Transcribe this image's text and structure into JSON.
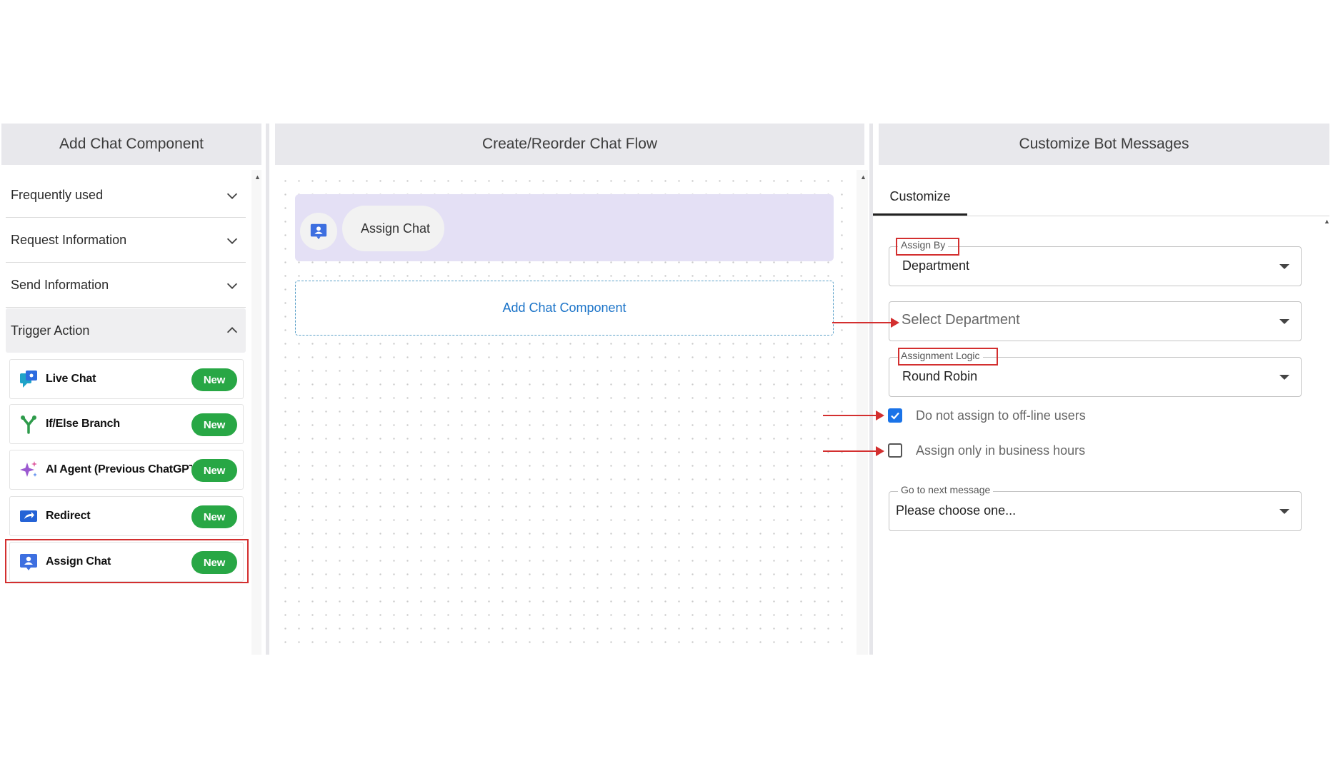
{
  "headers": {
    "left": "Add Chat Component",
    "middle": "Create/Reorder Chat Flow",
    "right": "Customize Bot Messages"
  },
  "sidebar": {
    "sections": [
      {
        "label": "Frequently used",
        "state": "collapsed"
      },
      {
        "label": "Request Information",
        "state": "collapsed"
      },
      {
        "label": "Send Information",
        "state": "collapsed"
      },
      {
        "label": "Trigger Action",
        "state": "expanded"
      }
    ],
    "components": [
      {
        "label": "Live Chat",
        "badge": "New",
        "icon": "live-chat-icon"
      },
      {
        "label": "If/Else Branch",
        "badge": "New",
        "icon": "branch-icon"
      },
      {
        "label": "AI Agent (Previous ChatGPT)",
        "badge": "New",
        "icon": "sparkle-icon"
      },
      {
        "label": "Redirect",
        "badge": "New",
        "icon": "redirect-icon"
      },
      {
        "label": "Assign Chat",
        "badge": "New",
        "icon": "assign-chat-icon"
      }
    ]
  },
  "flow": {
    "node_label": "Assign Chat",
    "add_component_label": "Add Chat Component"
  },
  "customize": {
    "tab_label": "Customize",
    "assign_by": {
      "legend": "Assign By",
      "value": "Department"
    },
    "department": {
      "placeholder": "Select Department"
    },
    "assignment_logic": {
      "legend": "Assignment Logic",
      "value": "Round Robin"
    },
    "checkbox_offline": {
      "label": "Do not assign to off-line users",
      "checked": true
    },
    "checkbox_business_hours": {
      "label": "Assign only in business hours",
      "checked": false
    },
    "next_message": {
      "legend": "Go to next message",
      "value": "Please choose one..."
    }
  },
  "colors": {
    "badge_green": "#28a745",
    "annotation_red": "#d32f2f",
    "link_blue": "#1a73c8",
    "node_purple": "#e4e0f5",
    "checkbox_blue": "#1a73e8"
  }
}
